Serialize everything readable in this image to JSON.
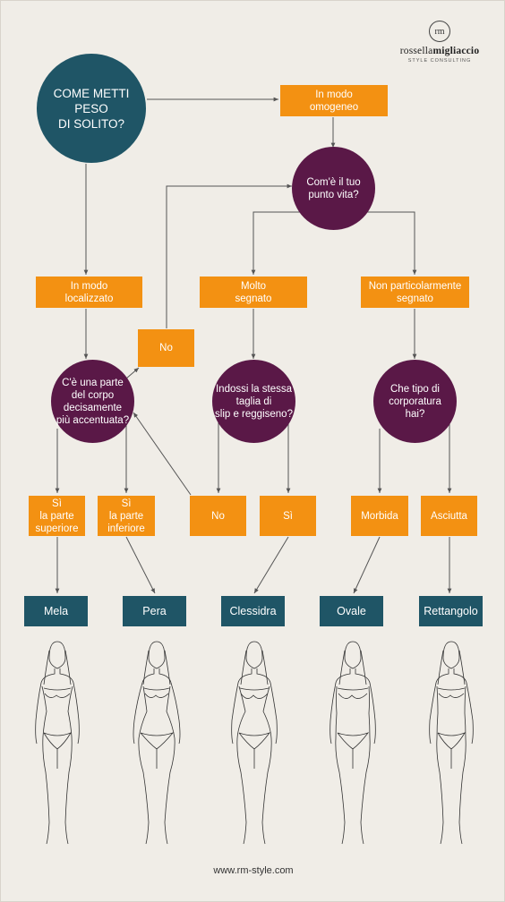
{
  "logo": {
    "monogram": "rm",
    "name_light": "rossella",
    "name_bold": "migliaccio",
    "tagline": "STYLE CONSULTING"
  },
  "start_question": "COME METTI PESO\nDI SOLITO?",
  "options": {
    "omogeneo": "In modo\nomogeneo",
    "localizzato": "In modo\nlocalizzato"
  },
  "questions": {
    "punto_vita": "Com'è il tuo\npunto vita?",
    "parte_corpo": "C'è una parte\ndel corpo\ndecisamente\npiù accentuata?",
    "taglia": "Indossi la stessa\ntaglia di\nslip e reggiseno?",
    "corporatura": "Che tipo di\ncorporatura\nhai?"
  },
  "answers": {
    "molto_segnato": "Molto\nsegnato",
    "non_segnato": "Non particolarmente\nsegnato",
    "no_top": "No",
    "si_superiore": "Sì\nla parte\nsuperiore",
    "si_inferiore": "Sì\nla parte\ninferiore",
    "no": "No",
    "si": "Sì",
    "morbida": "Morbida",
    "asciutta": "Asciutta"
  },
  "results": [
    "Mela",
    "Pera",
    "Clessidra",
    "Ovale",
    "Rettangolo"
  ],
  "colors": {
    "background": "#f0ede7",
    "orange": "#f39112",
    "teal": "#1f5566",
    "plum": "#5a1847",
    "line": "#555555"
  },
  "footer": "www.rm-style.com"
}
